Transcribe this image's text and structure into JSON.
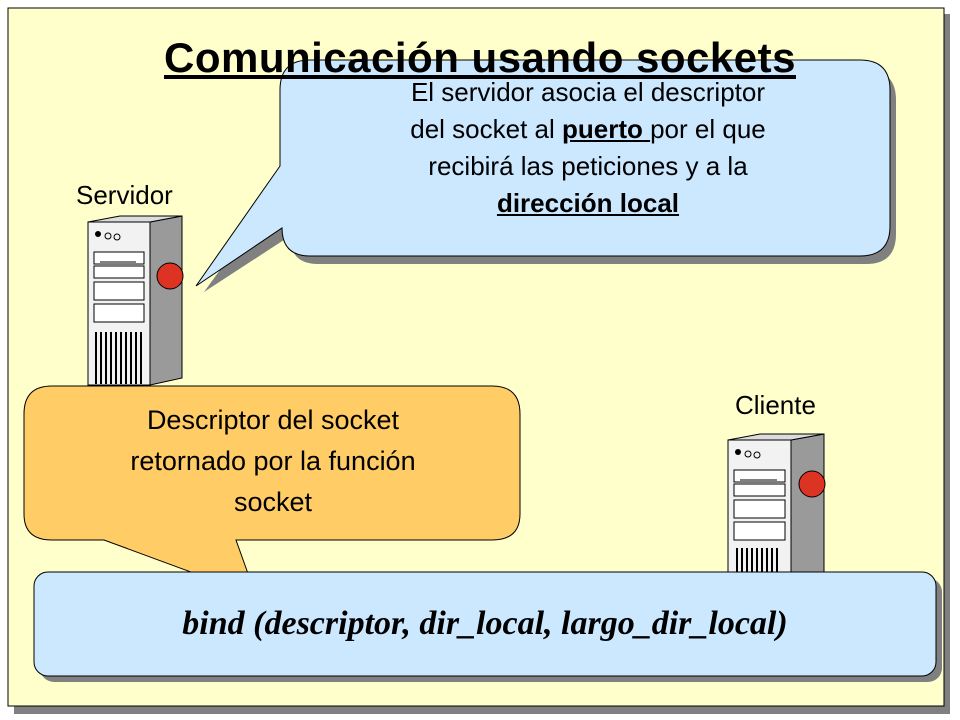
{
  "title": "Comunicación usando sockets",
  "nodes": {
    "server_label": "Servidor",
    "client_label": "Cliente"
  },
  "callout_server": {
    "line1": "El servidor asocia el descriptor",
    "line2_before": "del socket al ",
    "line2_term": "puerto ",
    "line2_after": "por el que",
    "line3": "recibirá las peticiones y a la",
    "line4_term": "dirección local"
  },
  "callout_descriptor": {
    "line1": "Descriptor del socket",
    "line2": "retornado por la función",
    "line3": "socket"
  },
  "bind_call": "bind (descriptor, dir_local, largo_dir_local)",
  "colors": {
    "slide_bg": "#ffffcc",
    "callout_blue": "#cce8ff",
    "callout_orange": "#ffcc66",
    "bind_box": "#cce8ff",
    "indicator_red": "#dd3322",
    "shadow": "#808080"
  }
}
